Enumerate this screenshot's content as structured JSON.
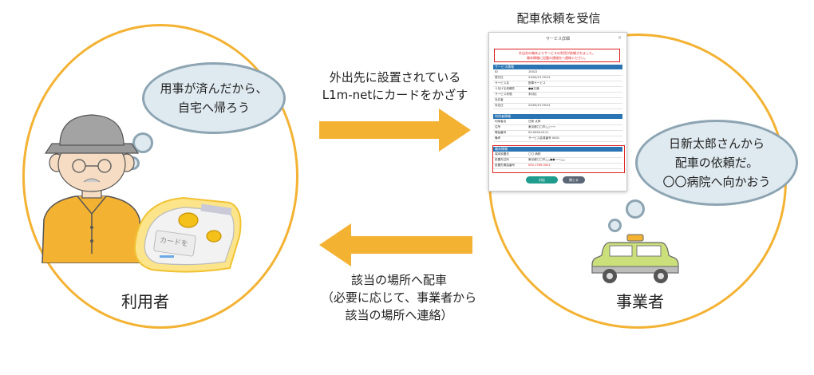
{
  "screen_title": "配車依頼を受信",
  "right_arrow_text": "外出先に設置されている\nL1m-netにカードをかざす",
  "left_arrow_text": "該当の場所へ配車\n（必要に応じて、事業者から\n該当の場所へ連絡）",
  "user": {
    "bubble": "用事が済んだから、\n自宅へ帰ろう",
    "label": "利用者",
    "device_text": "カードを"
  },
  "operator": {
    "bubble": "日新太郎さんから\n配車の依頼だ。\n〇〇病院へ向かおう",
    "label": "事業者"
  },
  "dialog": {
    "title": "サービス詳細",
    "close": "×",
    "alert": "外出先の端末よりサービスの利用が依頼されました。\n端末情報に記載の連絡先へ連絡ください。",
    "sections": [
      {
        "head": "サービス情報",
        "rows": [
          {
            "k": "ID",
            "v": "10022"
          },
          {
            "k": "受付日",
            "v": "23/04/13 09:01"
          },
          {
            "k": "サービス名",
            "v": "配車サービス"
          },
          {
            "k": "つなげる依頼先",
            "v": "●●交通"
          },
          {
            "k": "サービス状態",
            "v": "未対応"
          },
          {
            "k": "対応者",
            "v": ""
          },
          {
            "k": "対応日",
            "v": "23/04/13 09:01"
          }
        ]
      },
      {
        "head": "利用者情報",
        "rows": [
          {
            "k": "利用者名",
            "v": "日新 太郎"
          },
          {
            "k": "住所",
            "v": "東京都〇〇市△△〜〜"
          },
          {
            "k": "電話番号",
            "v": "03-0000-0111"
          },
          {
            "k": "備考",
            "v": "サービス会員番号 0001"
          }
        ]
      },
      {
        "head": "端末情報",
        "rows": [
          {
            "k": "端末設置先",
            "v": "〇〇 病院"
          },
          {
            "k": "設置先住所",
            "v": "東京都〇〇市△△●●〜〜△△"
          },
          {
            "k": "設置先電話番号",
            "v": "090-1769-0001",
            "red": true
          }
        ]
      }
    ],
    "btn_primary": "対応",
    "btn_secondary": "閉じる"
  },
  "colors": {
    "accent": "#f4b233",
    "bubble_fill": "#dfeaf0",
    "bubble_stroke": "#8da4b2",
    "taxi": "#cbe07a",
    "dialog_header": "#2a74b3",
    "alert": "#e02020"
  }
}
